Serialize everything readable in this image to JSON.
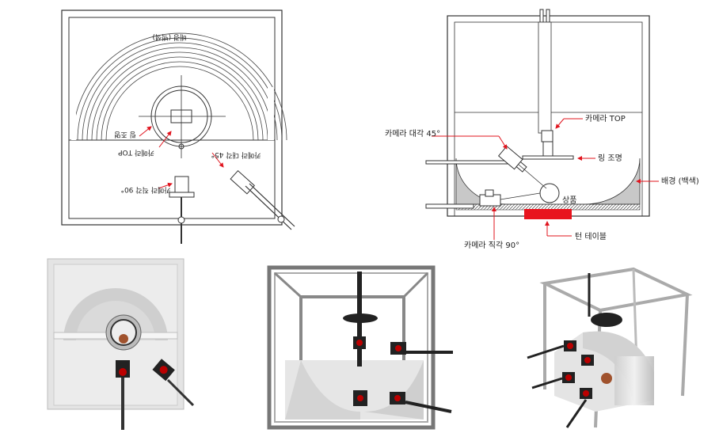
{
  "top_view": {
    "background_label": "배경 (백색)",
    "ring_light_label": "링 조명",
    "camera_top_label": "카메라 TOP",
    "camera_45_label": "카메라 대각 45°",
    "camera_90_label": "카메라 직각 90°"
  },
  "side_view": {
    "camera_45_label": "카메라 대각 45°",
    "camera_top_label": "카메라 TOP",
    "ring_light_label": "링 조명",
    "background_label": "배경 (백색)",
    "product_label": "상품",
    "camera_90_label": "카메라 직각 90°",
    "turntable_label": "턴 테이블"
  },
  "colors": {
    "line": "#333333",
    "annotation": "#e0141e",
    "turntable": "#e8141e",
    "background_gray": "#c8c8c8",
    "render_bg": "#e6e6e6"
  }
}
